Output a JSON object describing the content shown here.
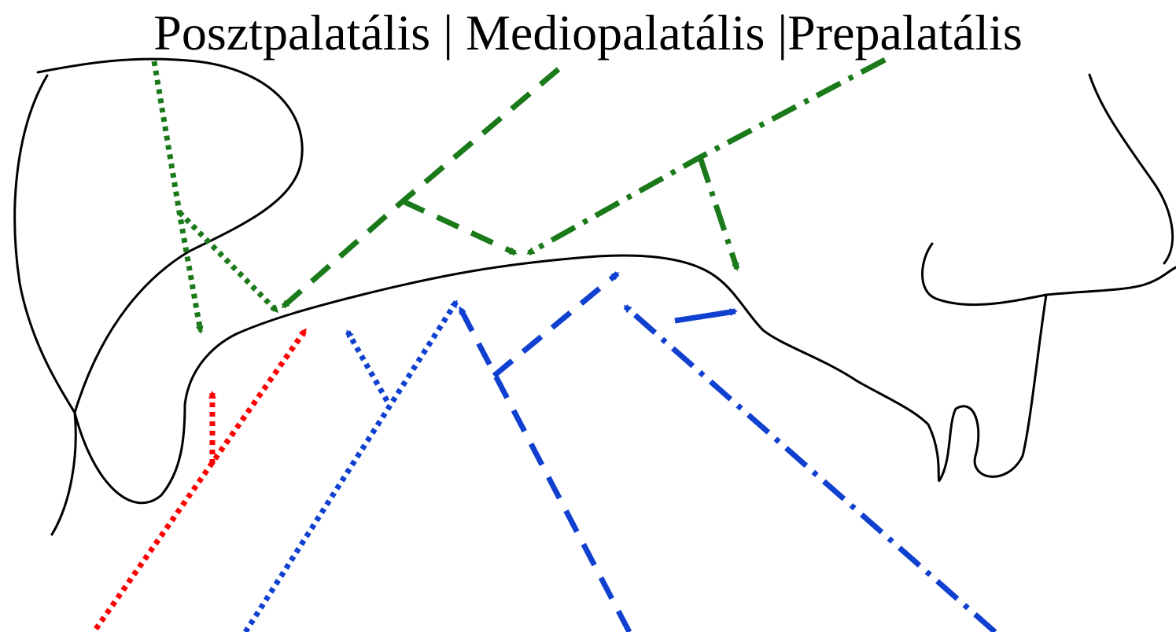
{
  "title": {
    "posztpalatalis": "Posztpalatális",
    "separator_1": " | ",
    "mediopalatalis": "Mediopalatális",
    "separator_2": " |",
    "prepalatalis": "Prepalatális"
  },
  "colors": {
    "outline": "#000000",
    "green": "#1a7a1a",
    "blue": "#1040d0",
    "red": "#ff0000"
  },
  "arrows": {
    "green": [
      "green-dotted",
      "green-dashed",
      "green-dash-dot"
    ],
    "blue": [
      "blue-dotted-short",
      "blue-dotted-long",
      "blue-dashed",
      "blue-dash-dot",
      "blue-solid"
    ],
    "red": [
      "red-dotted-short",
      "red-dotted-long"
    ]
  },
  "bottom_labels_cropped": true
}
